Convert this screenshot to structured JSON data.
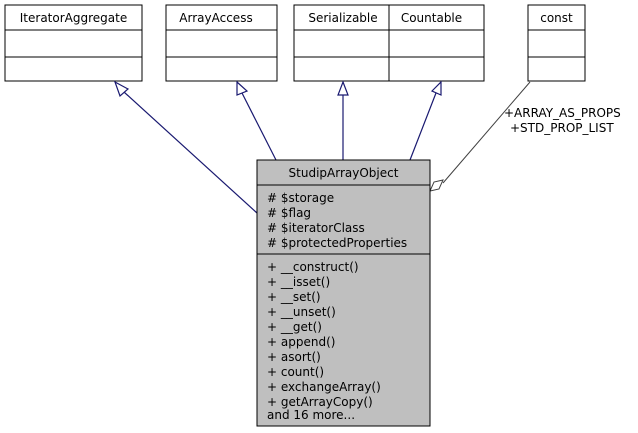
{
  "classes": {
    "iterator_aggregate": {
      "name": "IteratorAggregate"
    },
    "array_access": {
      "name": "ArrayAccess"
    },
    "serializable": {
      "name": "Serializable"
    },
    "countable": {
      "name": "Countable"
    },
    "const": {
      "name": "const"
    },
    "studip_array_object": {
      "name": "StudipArrayObject",
      "attributes": [
        "# $storage",
        "# $flag",
        "# $iteratorClass",
        "# $protectedProperties"
      ],
      "methods": [
        "+ __construct()",
        "+ __isset()",
        "+ __set()",
        "+ __unset()",
        "+ __get()",
        "+ append()",
        "+ asort()",
        "+ count()",
        "+ exchangeArray()",
        "+ getArrayCopy()",
        "and 16 more..."
      ]
    }
  },
  "association": {
    "labels": [
      "+ARRAY_AS_PROPS",
      "+STD_PROP_LIST"
    ]
  },
  "colors": {
    "main_header_fill": "#bfbfbf",
    "edge_stroke": "#191970",
    "assoc_stroke": "#404040",
    "box_stroke": "#000000"
  }
}
